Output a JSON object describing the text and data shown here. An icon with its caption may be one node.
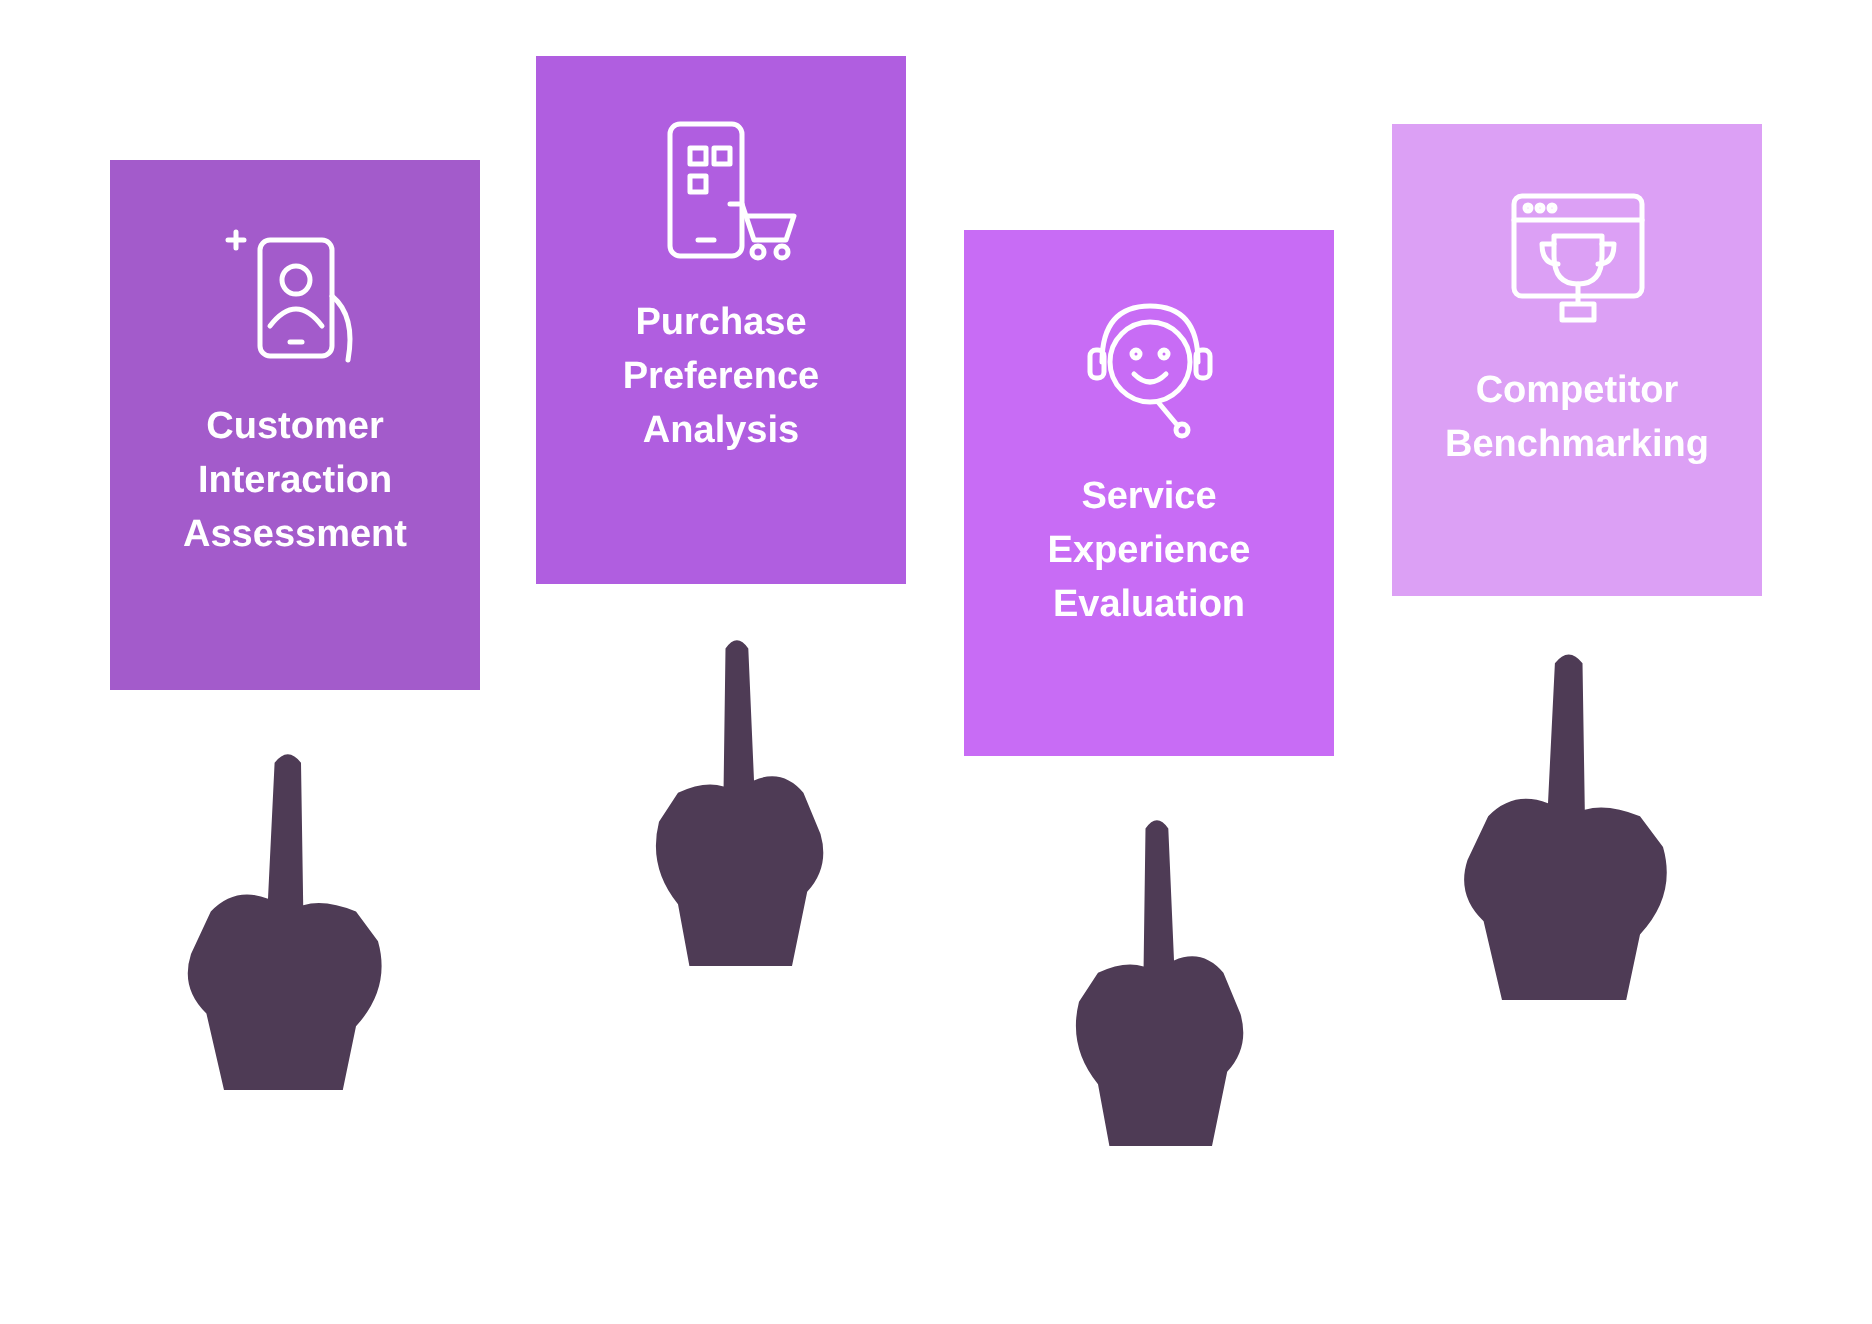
{
  "diagram": {
    "nodes": [
      {
        "text": [
          "Customer Interaction Assessment"
        ]
      },
      {
        "text": [
          "Purchase Preference Analysis"
        ]
      },
      {
        "text": [
          "Service Experience Evaluation"
        ]
      },
      {
        "text": [
          "Competitor Benchmarking"
        ]
      }
    ]
  }
}
